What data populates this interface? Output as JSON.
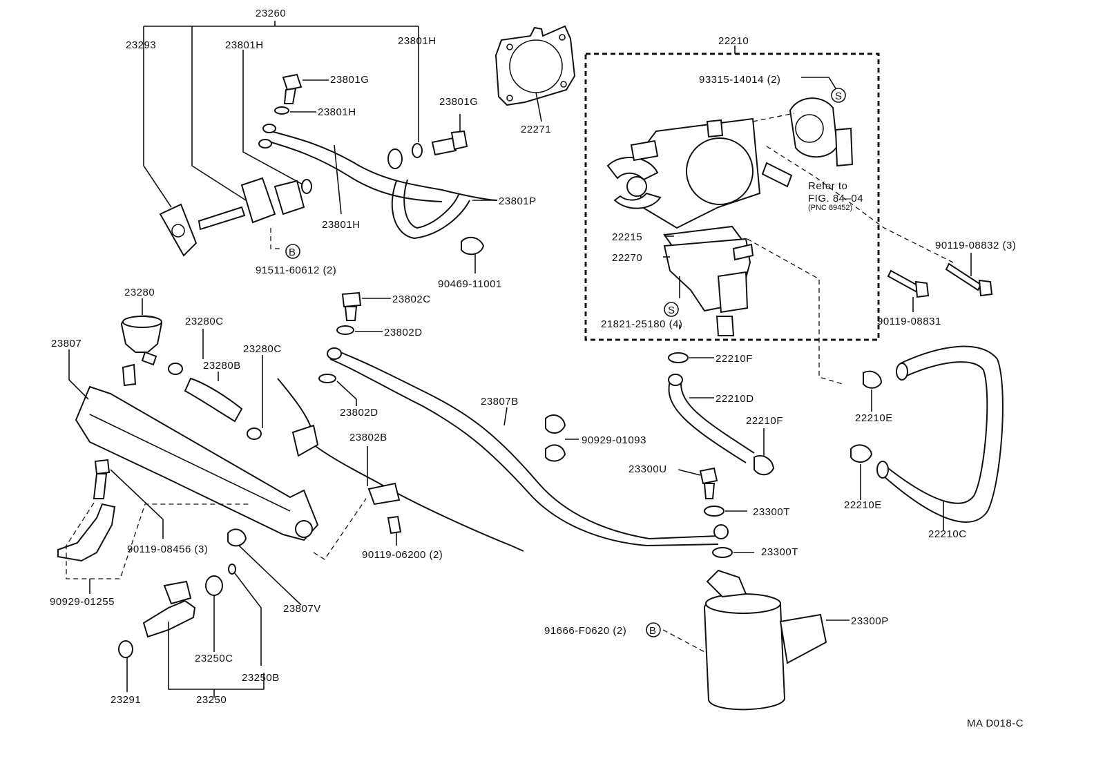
{
  "labels": {
    "l23260": "23260",
    "l23293": "23293",
    "l23801H_a": "23801H",
    "l23801H_b": "23801H",
    "l23801G_a": "23801G",
    "l23801H_c": "23801H",
    "l23801G_b": "23801G",
    "l22271": "22271",
    "l23801P": "23801P",
    "l23801H_d": "23801H",
    "l91511": "91511-60612 (2)",
    "l90469": "90469-11001",
    "l22210": "22210",
    "l93315": "93315-14014 (2)",
    "l_refer": "Refer to",
    "l_fig": "FIG. 84–04",
    "l_pnc": "(PNC 89452)",
    "l22215": "22215",
    "l22270": "22270",
    "l21821": "21821-25180 (4)",
    "l90119_08832": "90119-08832 (3)",
    "l90119_08831": "90119-08831",
    "l23280": "23280",
    "l23280C_a": "23280C",
    "l23807": "23807",
    "l23280B": "23280B",
    "l23280C_b": "23280C",
    "l23802C": "23802C",
    "l23802D_a": "23802D",
    "l23802D_b": "23802D",
    "l23807B": "23807B",
    "l23802B": "23802B",
    "l90929_01093": "90929-01093",
    "l22210F_a": "22210F",
    "l22210D": "22210D",
    "l22210F_b": "22210F",
    "l22210E_a": "22210E",
    "l22210E_b": "22210E",
    "l22210C": "22210C",
    "l23300U": "23300U",
    "l23300T_a": "23300T",
    "l23300T_b": "23300T",
    "l90119_08456": "90119-08456 (3)",
    "l90929_01255": "90929-01255",
    "l90119_06200": "90119-06200 (2)",
    "l23807V": "23807V",
    "l23250C": "23250C",
    "l23250B": "23250B",
    "l23291": "23291",
    "l23250": "23250",
    "l91666": "91666-F0620 (2)",
    "l23300P": "23300P",
    "l_code": "MA D018-C"
  },
  "markers": {
    "b_marker_1": "B",
    "b_marker_2": "B",
    "s_marker_1": "S",
    "s_marker_2": "S"
  },
  "colors": {
    "ink": "#111111",
    "paper": "#ffffff"
  }
}
